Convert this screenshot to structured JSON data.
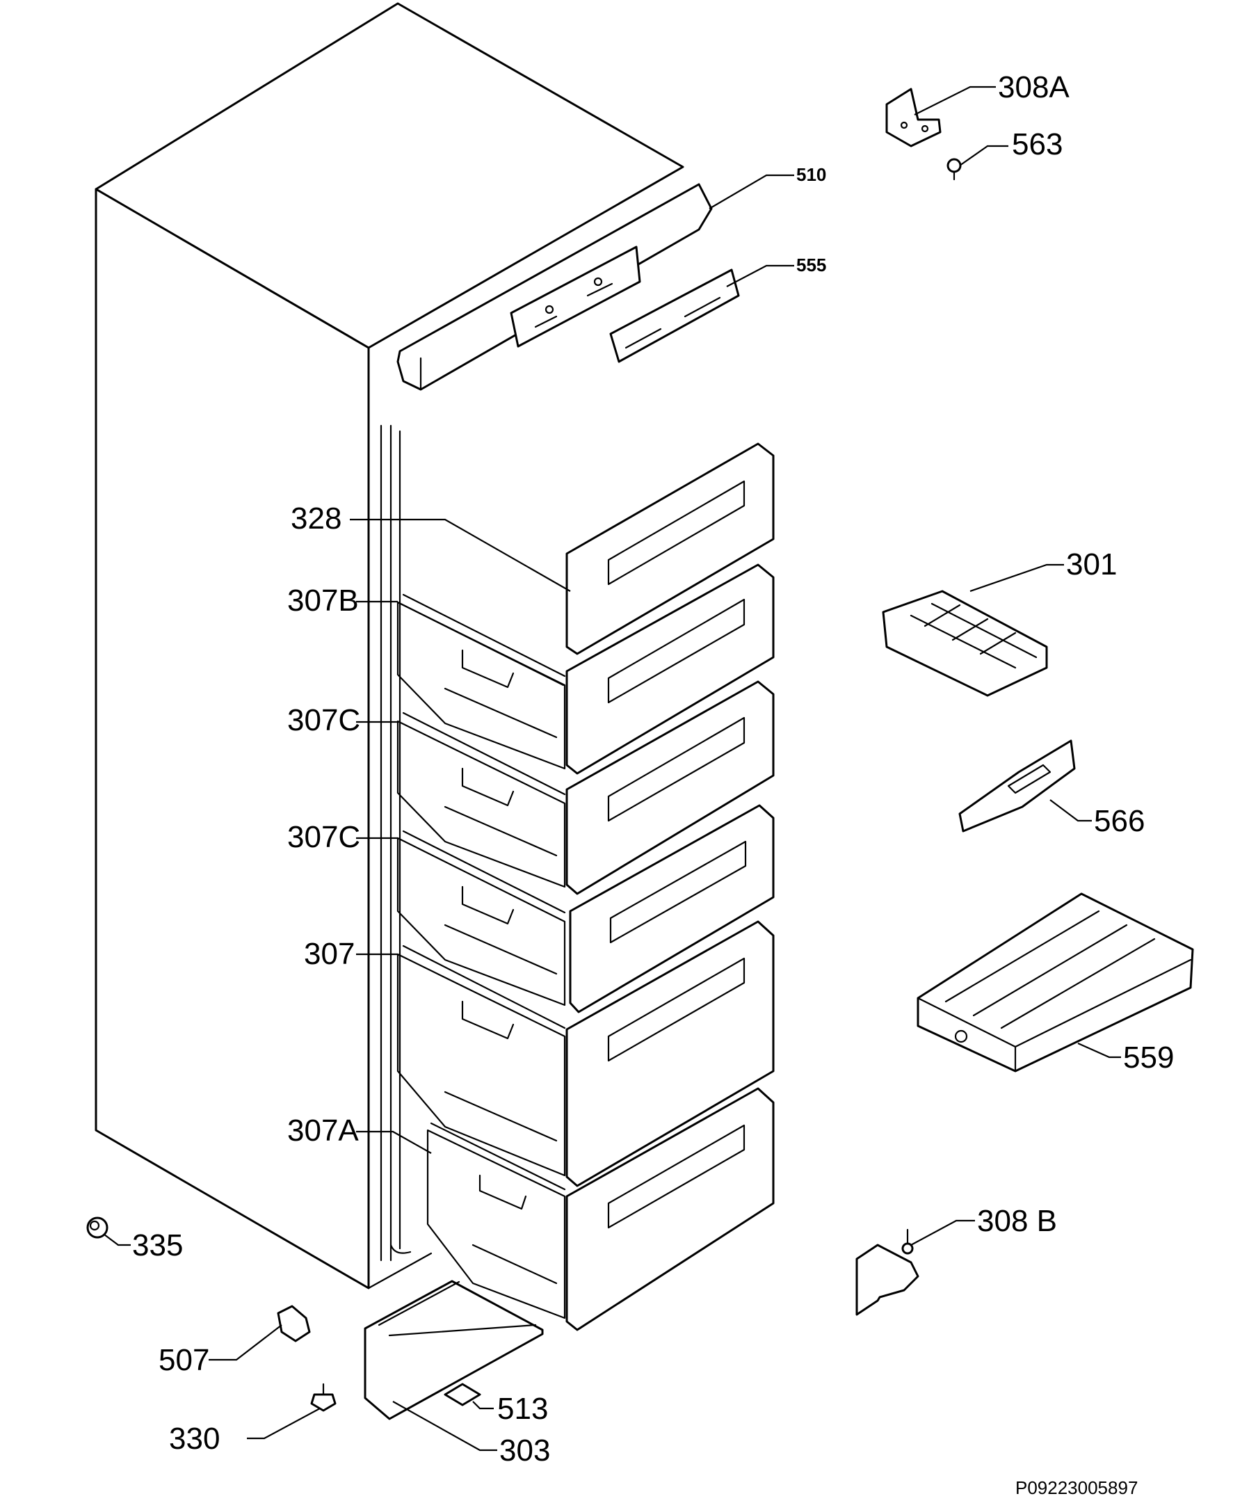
{
  "diagram": {
    "reference_code": "P09223005897",
    "labels": {
      "l308a": "308A",
      "l563": "563",
      "l510": "510",
      "l555": "555",
      "l328": "328",
      "l301": "301",
      "l307b": "307B",
      "l307c_1": "307C",
      "l307c_2": "307C",
      "l566": "566",
      "l307": "307",
      "l559": "559",
      "l307a": "307A",
      "l308b": "308 B",
      "l335": "335",
      "l507": "507",
      "l513": "513",
      "l330": "330",
      "l303": "303"
    }
  }
}
